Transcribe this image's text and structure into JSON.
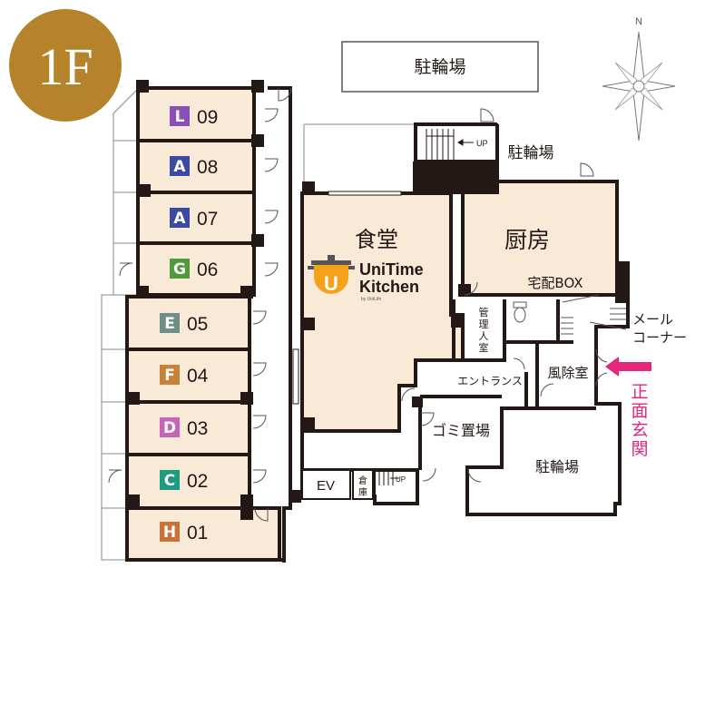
{
  "floor_label": "1F",
  "compass": {
    "north": "N"
  },
  "colors": {
    "floor_badge": "#b5832a",
    "room_fill": "#f9ead8",
    "wall": "#231815",
    "arrow": "#e4277d"
  },
  "rooms": [
    {
      "letter": "L",
      "number": "09",
      "color": "#8a4fb8"
    },
    {
      "letter": "A",
      "number": "08",
      "color": "#3b4aa3"
    },
    {
      "letter": "A",
      "number": "07",
      "color": "#3b4aa3"
    },
    {
      "letter": "G",
      "number": "06",
      "color": "#4f9a3c"
    },
    {
      "letter": "E",
      "number": "05",
      "color": "#6e8f86"
    },
    {
      "letter": "F",
      "number": "04",
      "color": "#c7823a"
    },
    {
      "letter": "D",
      "number": "03",
      "color": "#c763b8"
    },
    {
      "letter": "C",
      "number": "02",
      "color": "#1e9a7e"
    },
    {
      "letter": "H",
      "number": "01",
      "color": "#c9733a"
    }
  ],
  "areas": {
    "bike_parking_top": "駐輪場",
    "bike_parking_right": "駐輪場",
    "bike_parking_bottom": "駐輪場",
    "dining": "食堂",
    "kitchen": "厨房",
    "delivery_box": "宅配BOX",
    "manager_room": [
      "管",
      "理",
      "人",
      "室"
    ],
    "mail_corner": [
      "メール",
      "コーナー"
    ],
    "windbreak_room": "風除室",
    "entrance": "エントランス",
    "garbage": "ゴミ置場",
    "elevator": "EV",
    "storage": [
      "倉",
      "庫"
    ],
    "up_label": "UP",
    "main_entrance": [
      "正",
      "面",
      "玄",
      "関"
    ]
  },
  "logo": {
    "line1": "UniTime",
    "line2": "Kitchen",
    "sub": "by UniLife"
  }
}
